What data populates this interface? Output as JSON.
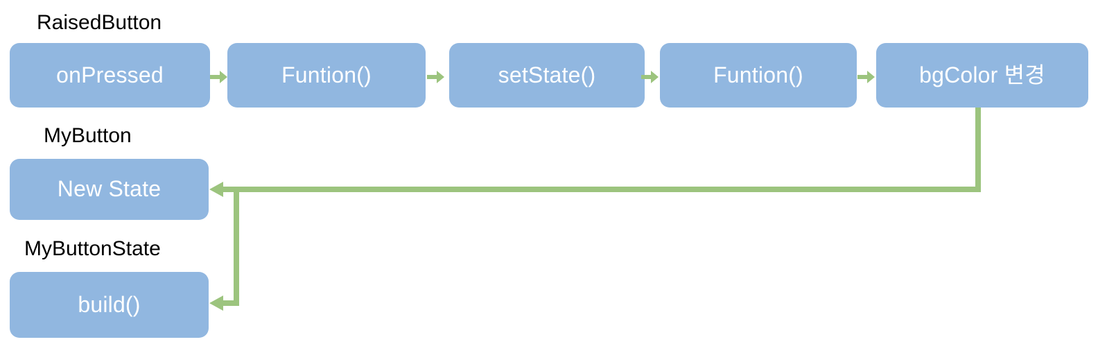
{
  "diagram": {
    "title": "RaisedButton setState rebuild flow",
    "colors": {
      "box_fill": "#91B7E0",
      "box_text": "#FFFFFF",
      "arrow": "#9CC47E",
      "label_text": "#000000",
      "background": "#FFFFFF"
    },
    "group_labels": [
      {
        "id": "raised-button",
        "text": "RaisedButton"
      },
      {
        "id": "my-button",
        "text": "MyButton"
      },
      {
        "id": "my-button-state",
        "text": "MyButtonState"
      }
    ],
    "flow_row": {
      "nodes": [
        {
          "id": "on-pressed",
          "text": "onPressed"
        },
        {
          "id": "function-1",
          "text": "Funtion()"
        },
        {
          "id": "set-state",
          "text": "setState()"
        },
        {
          "id": "function-2",
          "text": "Funtion()"
        },
        {
          "id": "bg-color-change",
          "text": "bgColor 변경"
        }
      ],
      "connector_count": 4,
      "connector_icon": "right-arrow-icon"
    },
    "state_nodes": [
      {
        "id": "new-state",
        "text": "New State"
      },
      {
        "id": "build",
        "text": "build()"
      }
    ],
    "feedback_edges": [
      {
        "id": "bgcolor-to-new-state",
        "from": "bgColor 변경",
        "to": "New State",
        "icon": "left-arrow-icon"
      },
      {
        "id": "new-state-to-build",
        "from": "New State",
        "to": "build()",
        "icon": "left-arrow-icon"
      }
    ]
  }
}
